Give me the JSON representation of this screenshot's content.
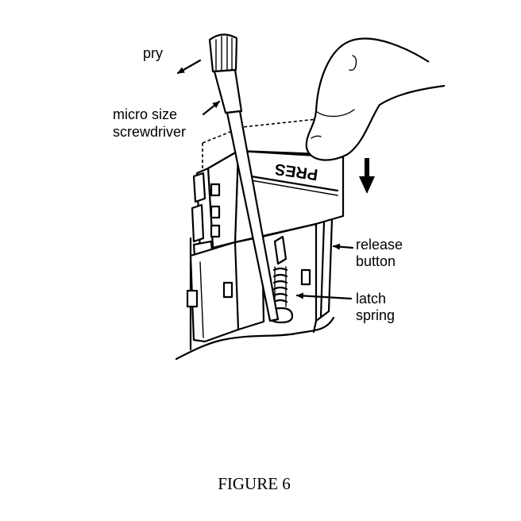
{
  "labels": {
    "pry": "pry",
    "screwdriver_line1": "micro size",
    "screwdriver_line2": "screwdriver",
    "pres": "PRES",
    "release_line1": "release",
    "release_line2": "button",
    "latch_line1": "latch",
    "latch_line2": "spring"
  },
  "caption": "FIGURE 6"
}
